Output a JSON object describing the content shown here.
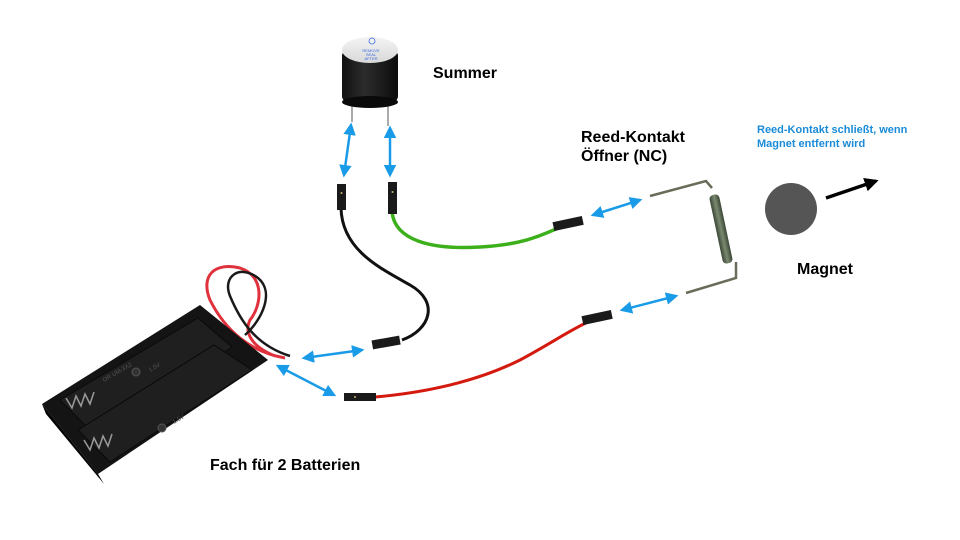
{
  "title": "Reed-Kontakt Alarmschaltung",
  "labels": {
    "summer": "Summer",
    "reed_line1": "Reed-Kontakt",
    "reed_line2": "Öffner (NC)",
    "magnet": "Magnet",
    "battery": "Fach für 2 Batterien",
    "note_line1": "Reed-Kontakt schließt, wenn",
    "note_line2": "Magnet entfernt wird"
  },
  "buzzer": {
    "seal_text": [
      "REMOVE",
      "SEAL",
      "AFTER",
      "WASHING"
    ],
    "polarity_mark": "+"
  },
  "battery_holder": {
    "marking_1": "1.5V",
    "marking_2": "1.5V",
    "marking_3": "OR UM-3X2"
  },
  "components": [
    {
      "id": "buzzer",
      "name": "Summer"
    },
    {
      "id": "reed-switch",
      "name": "Reed-Kontakt Öffner (NC)"
    },
    {
      "id": "magnet",
      "name": "Magnet"
    },
    {
      "id": "battery-holder",
      "name": "Fach für 2 Batterien"
    }
  ],
  "wires": [
    {
      "id": "black-wire",
      "color": "#111111",
      "from": "buzzer pin 1",
      "to": "battery holder black lead"
    },
    {
      "id": "green-wire",
      "color": "#3cb01a",
      "from": "buzzer pin 2",
      "to": "reed switch upper lead"
    },
    {
      "id": "red-wire",
      "color": "#d41a0e",
      "from": "battery holder red lead",
      "to": "reed switch lower lead"
    }
  ],
  "colors": {
    "connection_arrow": "#1a9be8",
    "note_text": "#1a8bd8",
    "magnet_fill": "#555555",
    "battery_lead_red": "#e0323c",
    "battery_body": "#141414",
    "reed_lead": "#6b6b5a",
    "reed_glass": "#4e5a48"
  }
}
